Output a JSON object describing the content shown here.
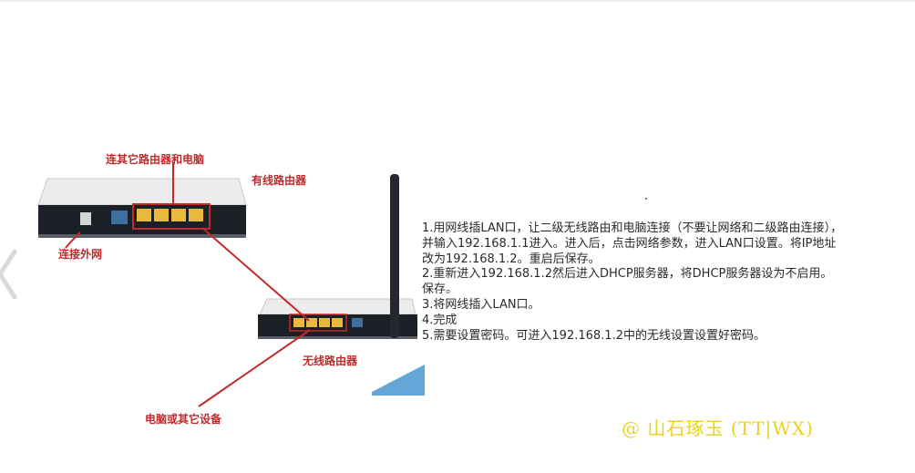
{
  "labels": {
    "connect_other": "连其它路由器和电脑",
    "wired_router": "有线路由器",
    "connect_wan": "连接外网",
    "wireless_router": "无线路由器",
    "pc_devices": "电脑或其它设备"
  },
  "steps": [
    "1.用网线插LAN口，让二级无线路由和电脑连接（不要让网络和二级路由连接），并输入192.168.1.1进入。进入后，点击网络参数，进入LAN口设置。将IP地址改为192.168.1.2。重启后保存。",
    "2.重新进入192.168.1.2然后进入DHCP服务器，将DHCP服务器设为不启用。保存。",
    "3.将网线插入LAN口。",
    "4.完成",
    "5.需要设置密码。可进入192.168.1.2中的无线设置设置好密码。"
  ],
  "watermark": "@ 山石琢玉 (TT|WX)",
  "colors": {
    "annotation_red": "#c22a2a",
    "lan_port_yellow": "#e8b93c",
    "wan_port_blue": "#3e6f9e",
    "watermark_yellow": "#ecd21e"
  },
  "icons": [
    "chevron-left-icon"
  ]
}
